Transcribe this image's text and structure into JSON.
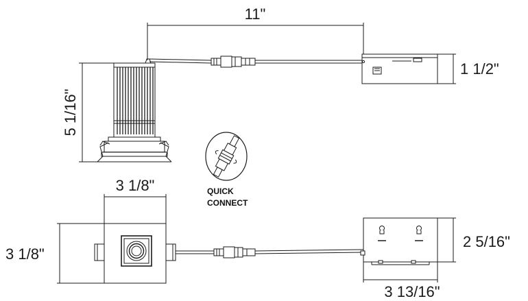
{
  "dimensions": {
    "cable_length": "11\"",
    "fixture_height": "5 1/16\"",
    "jbox_height": "1 1/2\"",
    "trim_width": "3 1/8\"",
    "trim_height": "3 1/8\"",
    "jbox_depth": "2 5/16\"",
    "jbox_width": "3 13/16\""
  },
  "callout": {
    "line1": "QUICK",
    "line2": "CONNECT"
  }
}
